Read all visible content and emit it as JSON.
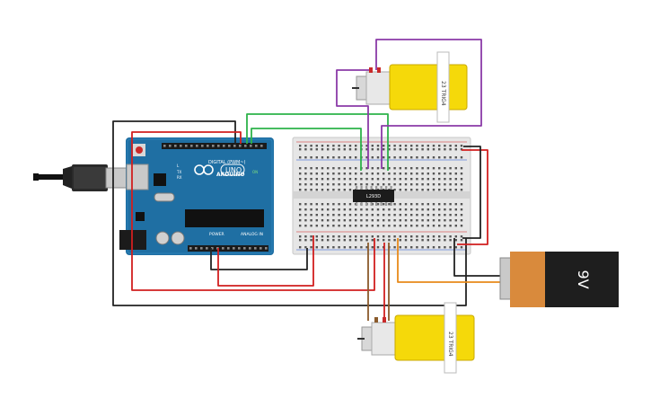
{
  "arduino": {
    "brand": "ARDUINO",
    "model": "UNO",
    "digital_label": "DIGITAL (PWM~)",
    "power_label": "POWER",
    "analog_label": "ANALOG IN",
    "on_label": "ON",
    "tx_label": "TX",
    "rx_label": "RX",
    "l_label": "L"
  },
  "driver_chip": {
    "label": "L293D"
  },
  "battery": {
    "label": "9V"
  },
  "motor_top": {
    "label": "23 TRIG4"
  },
  "motor_bottom": {
    "label": "23 TRIG4"
  },
  "colors": {
    "arduino_board": "#1f6fa3",
    "breadboard": "#e6e6e6",
    "wire_red": "#d11f1f",
    "wire_black": "#222222",
    "wire_green": "#2db24a",
    "wire_purple": "#8b3aa8",
    "wire_orange": "#e88a1a",
    "wire_brown": "#8a5a2b",
    "motor_yellow": "#f5d90a",
    "battery_orange": "#d98a3c",
    "battery_black": "#1e1e1e"
  }
}
